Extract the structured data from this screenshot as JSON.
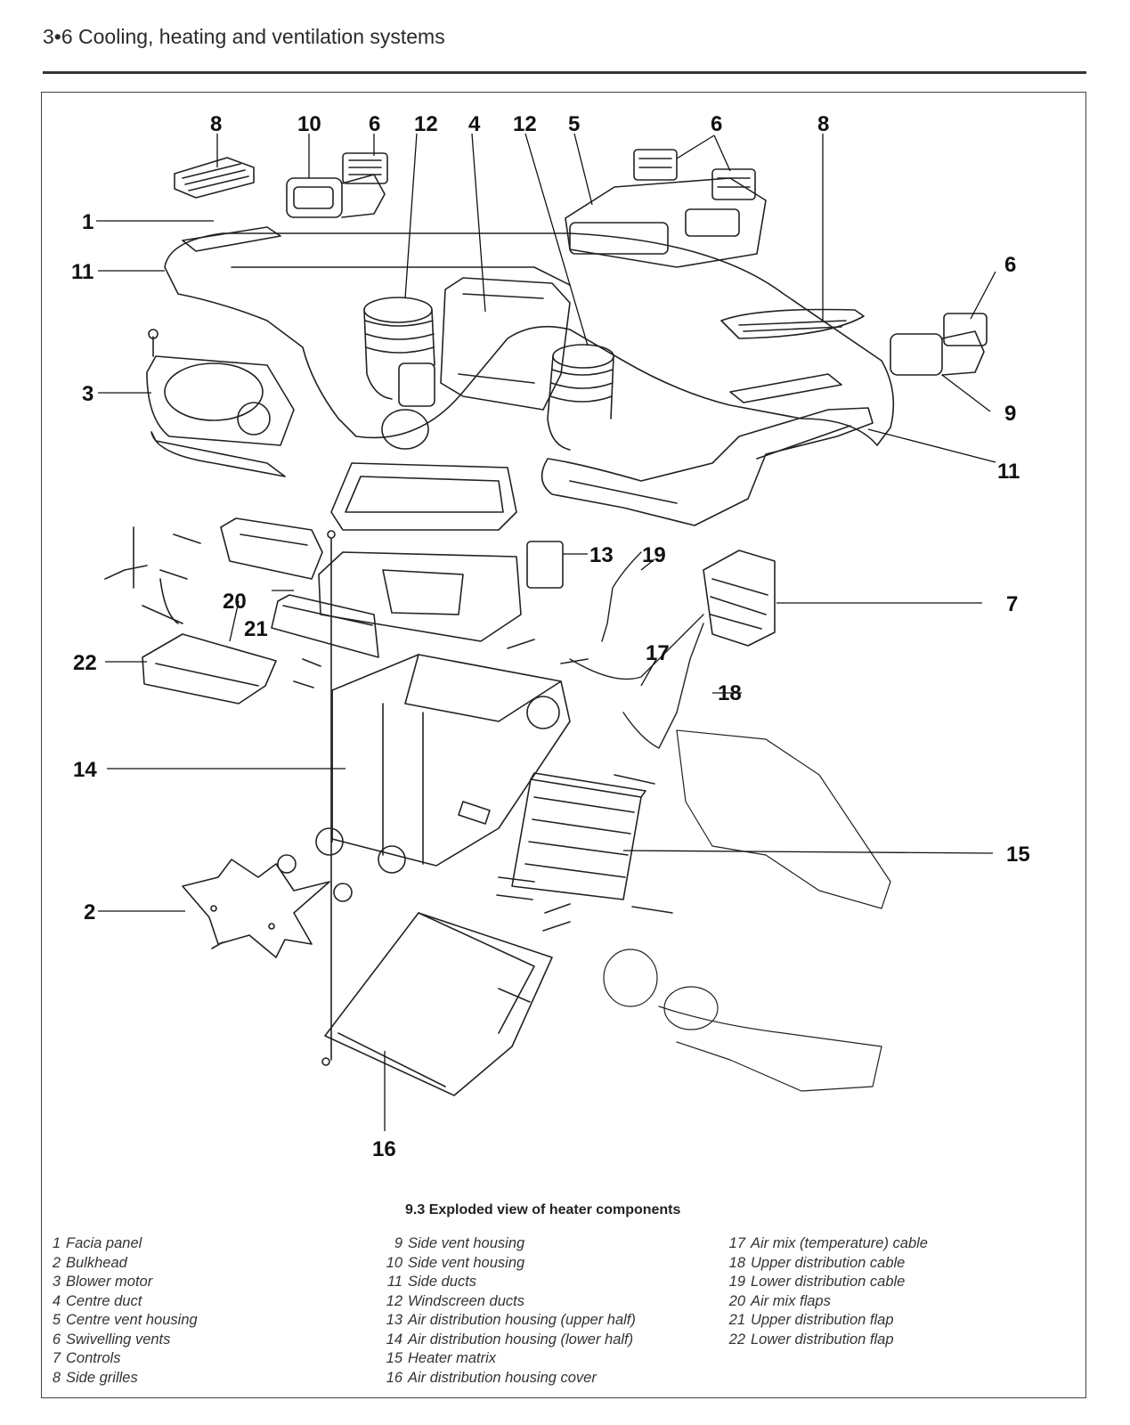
{
  "header": {
    "title": "3•6  Cooling, heating and ventilation systems"
  },
  "figure": {
    "caption": "9.3  Exploded view of heater components",
    "callouts": [
      {
        "id": "c8a",
        "text": "8"
      },
      {
        "id": "c10",
        "text": "10"
      },
      {
        "id": "c6a",
        "text": "6"
      },
      {
        "id": "c12a",
        "text": "12"
      },
      {
        "id": "c4",
        "text": "4"
      },
      {
        "id": "c12b",
        "text": "12"
      },
      {
        "id": "c5",
        "text": "5"
      },
      {
        "id": "c6b",
        "text": "6"
      },
      {
        "id": "c8b",
        "text": "8"
      },
      {
        "id": "c1",
        "text": "1"
      },
      {
        "id": "c11a",
        "text": "11"
      },
      {
        "id": "c6c",
        "text": "6"
      },
      {
        "id": "c3",
        "text": "3"
      },
      {
        "id": "c9",
        "text": "9"
      },
      {
        "id": "c11b",
        "text": "11"
      },
      {
        "id": "c13",
        "text": "13"
      },
      {
        "id": "c19",
        "text": "19"
      },
      {
        "id": "c20",
        "text": "20"
      },
      {
        "id": "c21",
        "text": "21"
      },
      {
        "id": "c7",
        "text": "7"
      },
      {
        "id": "c17",
        "text": "17"
      },
      {
        "id": "c22",
        "text": "22"
      },
      {
        "id": "c18",
        "text": "18"
      },
      {
        "id": "c14",
        "text": "14"
      },
      {
        "id": "c15",
        "text": "15"
      },
      {
        "id": "c2",
        "text": "2"
      },
      {
        "id": "c16",
        "text": "16"
      }
    ]
  },
  "legend": {
    "col1": [
      {
        "num": "1",
        "label": "Facia panel"
      },
      {
        "num": "2",
        "label": "Bulkhead"
      },
      {
        "num": "3",
        "label": "Blower motor"
      },
      {
        "num": "4",
        "label": "Centre duct"
      },
      {
        "num": "5",
        "label": "Centre vent housing"
      },
      {
        "num": "6",
        "label": "Swivelling vents"
      },
      {
        "num": "7",
        "label": "Controls"
      },
      {
        "num": "8",
        "label": "Side grilles"
      }
    ],
    "col2": [
      {
        "num": "9",
        "label": "Side vent housing"
      },
      {
        "num": "10",
        "label": "Side vent housing"
      },
      {
        "num": "11",
        "label": "Side ducts"
      },
      {
        "num": "12",
        "label": "Windscreen ducts"
      },
      {
        "num": "13",
        "label": "Air distribution housing (upper half)"
      },
      {
        "num": "14",
        "label": "Air distribution housing (lower half)"
      },
      {
        "num": "15",
        "label": "Heater matrix"
      },
      {
        "num": "16",
        "label": "Air distribution housing cover"
      }
    ],
    "col3": [
      {
        "num": "17",
        "label": "Air mix (temperature) cable"
      },
      {
        "num": "18",
        "label": "Upper distribution cable"
      },
      {
        "num": "19",
        "label": "Lower distribution cable"
      },
      {
        "num": "20",
        "label": "Air mix flaps"
      },
      {
        "num": "21",
        "label": "Upper distribution flap"
      },
      {
        "num": "22",
        "label": "Lower distribution flap"
      }
    ]
  }
}
